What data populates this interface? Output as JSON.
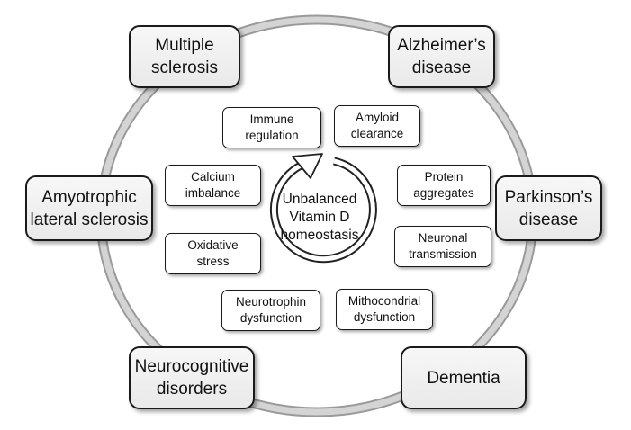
{
  "center": {
    "label": "Unbalanced\nVitamin D\nhomeostasis"
  },
  "diseases": {
    "multiple_sclerosis": "Multiple\nsclerosis",
    "alzheimers": "Alzheimer’s\ndisease",
    "als": "Amyotrophic\nlateral sclerosis",
    "parkinsons": "Parkinson’s\ndisease",
    "neurocognitive": "Neurocognitive\ndisorders",
    "dementia": "Dementia"
  },
  "mechanisms": {
    "immune_regulation": "Immune\nregulation",
    "amyloid_clearance": "Amyloid\nclearance",
    "calcium_imbalance": "Calcium\nimbalance",
    "protein_aggregates": "Protein\naggregates",
    "oxidative_stress": "Oxidative\nstress",
    "neuronal_transmission": "Neuronal\ntransmission",
    "neurotrophin_dysfunction": "Neurotrophin\ndysfunction",
    "mitochondrial_dysfunction": "Mithocondrial\ndysfunction"
  },
  "colors": {
    "ring": "#b3b3b3",
    "box_border": "#1a1a1a",
    "outer_fill": "#eeeeee",
    "arrow_fill": "#ffffff"
  }
}
